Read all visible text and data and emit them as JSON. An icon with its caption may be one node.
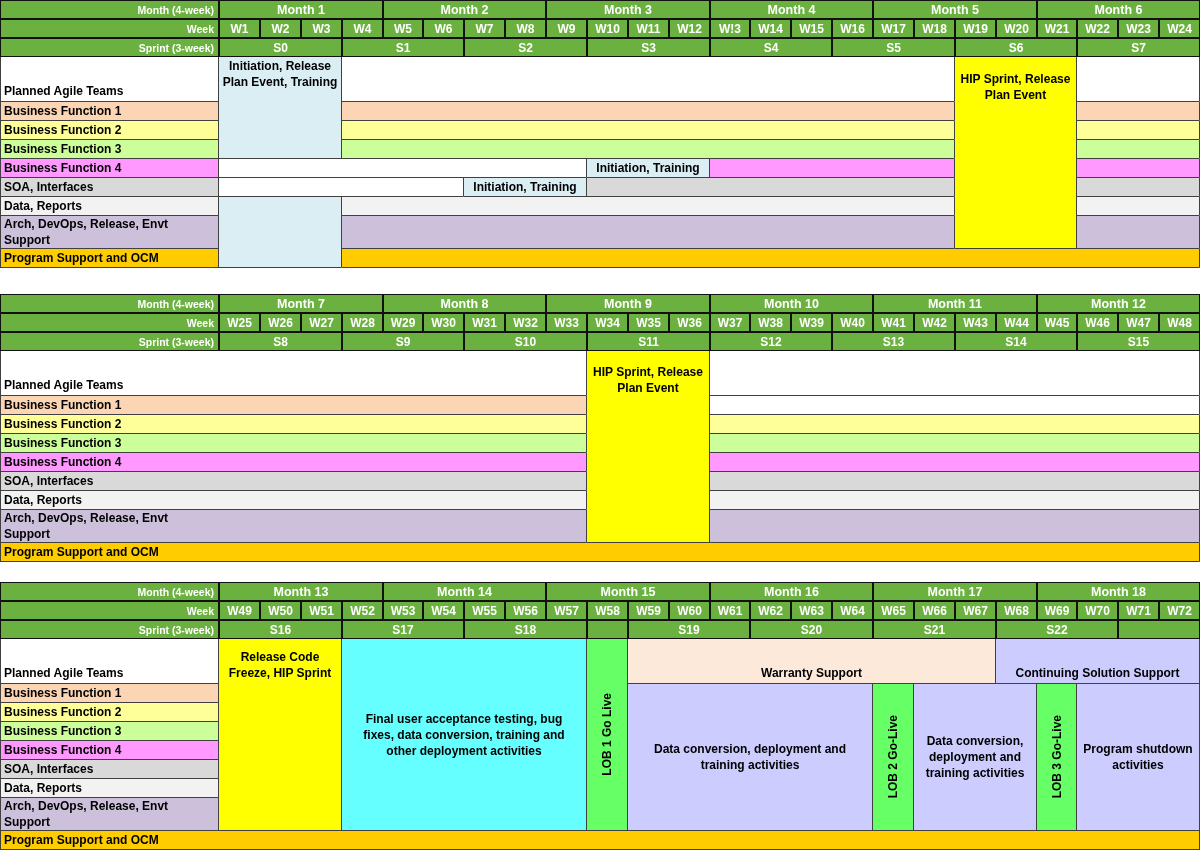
{
  "diagram": {
    "labels": [
      "Month (4-week)",
      "Month 1",
      "Month 2",
      "Month 3",
      "Month 4",
      "Month 5",
      "Month 6",
      "Week",
      "W1",
      "W2",
      "W3",
      "W4",
      "W5",
      "W6",
      "W7",
      "W8",
      "W9",
      "W10",
      "W11",
      "W12",
      "W!3",
      "W14",
      "W15",
      "W16",
      "W17",
      "W18",
      "W19",
      "W20",
      "W21",
      "W22",
      "W23",
      "W24",
      "Sprint (3-week)",
      "S0",
      "S1",
      "S2",
      "S3",
      "S4",
      "S5",
      "S6",
      "S7",
      "Planned Agile Teams",
      "Initiation, Release Plan Event, Training",
      "HIP Sprint, Release Plan Event",
      "Business Function 1",
      "Business Function 2",
      "Business Function 3",
      "Business Function 4",
      "Initiation, Training",
      "SOA, Interfaces",
      "Initiation, Training",
      "Data, Reports",
      "Arch, DevOps, Release, Envt Support",
      "Program Support and OCM",
      "Month (4-week)",
      "Month 7",
      "Month 8",
      "Month 9",
      "Month 10",
      "Month 11",
      "Month 12",
      "Week",
      "W25",
      "W26",
      "W27",
      "W28",
      "W29",
      "W30",
      "W31",
      "W32",
      "W33",
      "W34",
      "W35",
      "W36",
      "W37",
      "W38",
      "W39",
      "W40",
      "W41",
      "W42",
      "W43",
      "W44",
      "W45",
      "W46",
      "W47",
      "W48",
      "Sprint (3-week)",
      "S8",
      "S9",
      "S10",
      "S11",
      "S12",
      "S13",
      "S14",
      "S15",
      "Planned Agile Teams",
      "HIP Sprint, Release Plan Event",
      "Business Function 1",
      "Business Function 2",
      "Business Function 3",
      "Business Function 4",
      "SOA, Interfaces",
      "Data, Reports",
      "Arch, DevOps, Release, Envt Support",
      "Program Support and OCM",
      "Month (4-week)",
      "Month 13",
      "Month 14",
      "Month 15",
      "Month 16",
      "Month 17",
      "Month 18",
      "Week",
      "W49",
      "W50",
      "W51",
      "W52",
      "W53",
      "W54",
      "W55",
      "W56",
      "W57",
      "W58",
      "W59",
      "W60",
      "W61",
      "W62",
      "W63",
      "W64",
      "W65",
      "W66",
      "W67",
      "W68",
      "W69",
      "W70",
      "W71",
      "W72",
      "Sprint (3-week)",
      "S16",
      "S17",
      "S18",
      "S19",
      "S20",
      "S21",
      "S22",
      "Planned Agile Teams",
      "Release Code Freeze, HIP Sprint",
      "Final user acceptance testing, bug fixes, data conversion, training and other deployment activities",
      "LOB 1 Go Live",
      "Warranty Support",
      "Continuing Solution Support",
      "Business Function 1",
      "Business Function 2",
      "Business Function 3",
      "Business Function 4",
      "Data conversion, deployment and training activities",
      "LOB 2 Go-Live",
      "Data conversion, deployment and training activities",
      "LOB 3 Go-Live",
      "Program shutdown activities",
      "SOA, Interfaces",
      "Data, Reports",
      "Arch, DevOps, Release, Envt Support",
      "Program Support and OCM"
    ]
  }
}
